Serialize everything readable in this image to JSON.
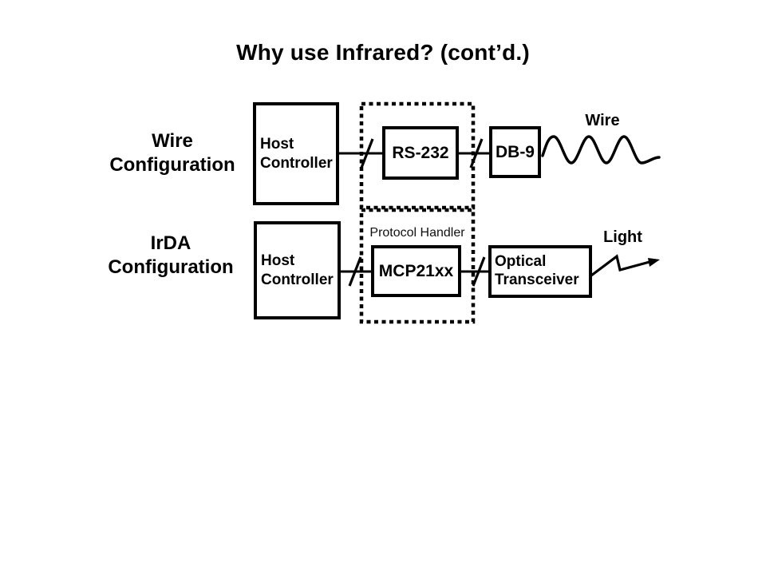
{
  "slide": {
    "title": "Why use Infrared? (cont’d.)",
    "background_color": "#ffffff",
    "ink_color": "#000000"
  },
  "wire_row": {
    "config_label": "Wire\nConfiguration",
    "host_controller_label": "Host\nController",
    "rs232_label": "RS-232",
    "db9_label": "DB-9",
    "medium_label": "Wire"
  },
  "irda_row": {
    "config_label": "IrDA\nConfiguration",
    "host_controller_label": "Host\nController",
    "protocol_handler_label": "Protocol Handler",
    "mcp_label": "MCP21xx",
    "optical_transceiver_label": "Optical\nTransceiver",
    "medium_label": "Light"
  }
}
